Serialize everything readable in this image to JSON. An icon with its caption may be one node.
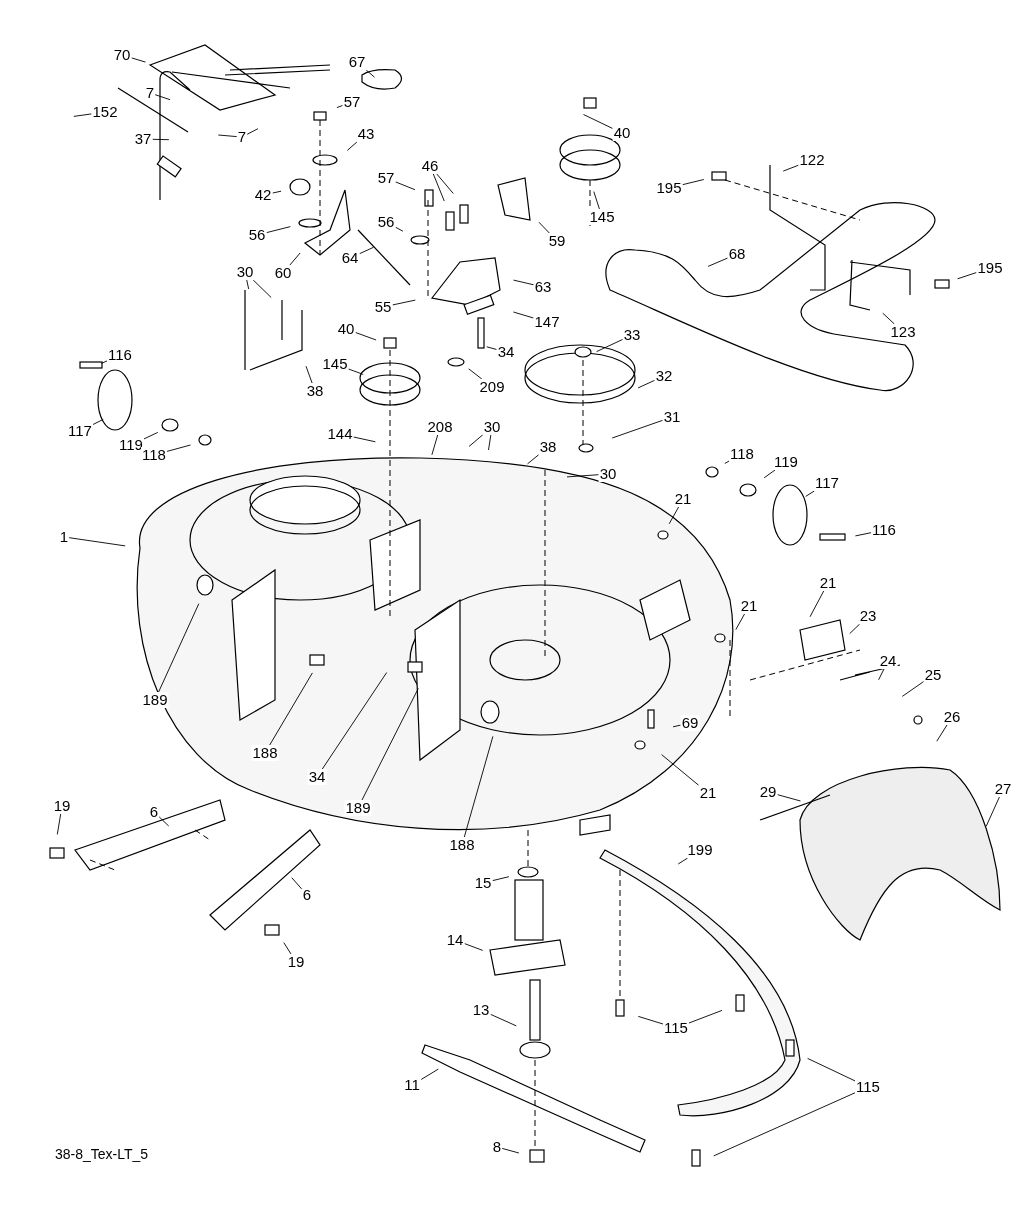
{
  "diagram": {
    "nodes": [
      {
        "text": [
          "70"
        ]
      },
      {
        "text": [
          "67"
        ]
      },
      {
        "text": [
          "7"
        ]
      },
      {
        "text": [
          "57"
        ]
      },
      {
        "text": [
          "40"
        ]
      },
      {
        "text": [
          "152"
        ]
      },
      {
        "text": [
          "7"
        ]
      },
      {
        "text": [
          "37"
        ]
      },
      {
        "text": [
          "43"
        ]
      },
      {
        "text": [
          "46"
        ]
      },
      {
        "text": [
          "57"
        ]
      },
      {
        "text": [
          "122"
        ]
      },
      {
        "text": [
          "195"
        ]
      },
      {
        "text": [
          "42"
        ]
      },
      {
        "text": [
          "145"
        ]
      },
      {
        "text": [
          "56"
        ]
      },
      {
        "text": [
          "56"
        ]
      },
      {
        "text": [
          "59"
        ]
      },
      {
        "text": [
          "68"
        ]
      },
      {
        "text": [
          "64"
        ]
      },
      {
        "text": [
          "195"
        ]
      },
      {
        "text": [
          "60"
        ]
      },
      {
        "text": [
          "30"
        ]
      },
      {
        "text": [
          "63"
        ]
      },
      {
        "text": [
          "55"
        ]
      },
      {
        "text": [
          "147"
        ]
      },
      {
        "text": [
          "123"
        ]
      },
      {
        "text": [
          "40"
        ]
      },
      {
        "text": [
          "33"
        ]
      },
      {
        "text": [
          "34"
        ]
      },
      {
        "text": [
          "116"
        ]
      },
      {
        "text": [
          "145"
        ]
      },
      {
        "text": [
          "32"
        ]
      },
      {
        "text": [
          "38"
        ]
      },
      {
        "text": [
          "209"
        ]
      },
      {
        "text": [
          "31"
        ]
      },
      {
        "text": [
          "117"
        ]
      },
      {
        "text": [
          "119"
        ]
      },
      {
        "text": [
          "144"
        ]
      },
      {
        "text": [
          "208"
        ]
      },
      {
        "text": [
          "30"
        ]
      },
      {
        "text": [
          "38"
        ]
      },
      {
        "text": [
          "118"
        ]
      },
      {
        "text": [
          "118"
        ]
      },
      {
        "text": [
          "119"
        ]
      },
      {
        "text": [
          "30"
        ]
      },
      {
        "text": [
          "117"
        ]
      },
      {
        "text": [
          "21"
        ]
      },
      {
        "text": [
          "116"
        ]
      },
      {
        "text": [
          "1"
        ]
      },
      {
        "text": [
          "21"
        ]
      },
      {
        "text": [
          "21"
        ]
      },
      {
        "text": [
          "23"
        ]
      },
      {
        "text": [
          "24"
        ]
      },
      {
        "text": [
          "25"
        ]
      },
      {
        "text": [
          "189"
        ]
      },
      {
        "text": [
          "26"
        ]
      },
      {
        "text": [
          "69"
        ]
      },
      {
        "text": [
          "188"
        ]
      },
      {
        "text": [
          "34"
        ]
      },
      {
        "text": [
          "27"
        ]
      },
      {
        "text": [
          "29"
        ]
      },
      {
        "text": [
          "21"
        ]
      },
      {
        "text": [
          "19"
        ]
      },
      {
        "text": [
          "189"
        ]
      },
      {
        "text": [
          "6"
        ]
      },
      {
        "text": [
          "188"
        ]
      },
      {
        "text": [
          "199"
        ]
      },
      {
        "text": [
          "15"
        ]
      },
      {
        "text": [
          "6"
        ]
      },
      {
        "text": [
          "14"
        ]
      },
      {
        "text": [
          "19"
        ]
      },
      {
        "text": [
          "13"
        ]
      },
      {
        "text": [
          "115"
        ]
      },
      {
        "text": [
          "11"
        ]
      },
      {
        "text": [
          "115"
        ]
      },
      {
        "text": [
          "8"
        ]
      }
    ],
    "edges": [
      {
        "from": 0,
        "to": null,
        "arrow": "none"
      },
      {
        "from": 1,
        "to": null,
        "arrow": "none"
      },
      {
        "from": 2,
        "to": null,
        "arrow": "none"
      },
      {
        "from": 3,
        "to": null,
        "arrow": "none"
      },
      {
        "from": 4,
        "to": null,
        "arrow": "none"
      },
      {
        "from": 5,
        "to": null,
        "arrow": "none"
      },
      {
        "from": 6,
        "to": null,
        "arrow": "none"
      },
      {
        "from": 6,
        "to": null,
        "arrow": "none"
      },
      {
        "from": 7,
        "to": null,
        "arrow": "none"
      },
      {
        "from": 8,
        "to": null,
        "arrow": "none"
      },
      {
        "from": 9,
        "to": null,
        "arrow": "none"
      },
      {
        "from": 9,
        "to": null,
        "arrow": "none"
      },
      {
        "from": 10,
        "to": null,
        "arrow": "none"
      },
      {
        "from": 11,
        "to": null,
        "arrow": "none"
      },
      {
        "from": 12,
        "to": null,
        "arrow": "none"
      },
      {
        "from": 13,
        "to": null,
        "arrow": "none"
      },
      {
        "from": 14,
        "to": null,
        "arrow": "none"
      },
      {
        "from": 15,
        "to": null,
        "arrow": "none"
      },
      {
        "from": 16,
        "to": null,
        "arrow": "none"
      },
      {
        "from": 17,
        "to": null,
        "arrow": "none"
      },
      {
        "from": 18,
        "to": null,
        "arrow": "none"
      },
      {
        "from": 19,
        "to": null,
        "arrow": "none"
      },
      {
        "from": 20,
        "to": null,
        "arrow": "none"
      },
      {
        "from": 21,
        "to": null,
        "arrow": "none"
      },
      {
        "from": 22,
        "to": null,
        "arrow": "none"
      },
      {
        "from": 22,
        "to": null,
        "arrow": "none"
      },
      {
        "from": 23,
        "to": null,
        "arrow": "none"
      },
      {
        "from": 24,
        "to": null,
        "arrow": "none"
      },
      {
        "from": 25,
        "to": null,
        "arrow": "none"
      },
      {
        "from": 26,
        "to": null,
        "arrow": "none"
      },
      {
        "from": 27,
        "to": null,
        "arrow": "none"
      },
      {
        "from": 28,
        "to": null,
        "arrow": "none"
      },
      {
        "from": 29,
        "to": null,
        "arrow": "none"
      },
      {
        "from": 30,
        "to": null,
        "arrow": "none"
      },
      {
        "from": 31,
        "to": null,
        "arrow": "none"
      },
      {
        "from": 32,
        "to": null,
        "arrow": "none"
      },
      {
        "from": 33,
        "to": null,
        "arrow": "none"
      },
      {
        "from": 34,
        "to": null,
        "arrow": "none"
      },
      {
        "from": 35,
        "to": null,
        "arrow": "none"
      },
      {
        "from": 36,
        "to": null,
        "arrow": "none"
      },
      {
        "from": 37,
        "to": null,
        "arrow": "none"
      },
      {
        "from": 38,
        "to": null,
        "arrow": "none"
      },
      {
        "from": 39,
        "to": null,
        "arrow": "none"
      },
      {
        "from": 40,
        "to": null,
        "arrow": "none"
      },
      {
        "from": 40,
        "to": null,
        "arrow": "none"
      },
      {
        "from": 41,
        "to": null,
        "arrow": "none"
      },
      {
        "from": 42,
        "to": null,
        "arrow": "none"
      },
      {
        "from": 43,
        "to": null,
        "arrow": "none"
      },
      {
        "from": 44,
        "to": null,
        "arrow": "none"
      },
      {
        "from": 45,
        "to": null,
        "arrow": "none"
      },
      {
        "from": 46,
        "to": null,
        "arrow": "none"
      },
      {
        "from": 47,
        "to": null,
        "arrow": "none"
      },
      {
        "from": 48,
        "to": null,
        "arrow": "none"
      },
      {
        "from": 49,
        "to": null,
        "arrow": "none"
      },
      {
        "from": 50,
        "to": null,
        "arrow": "none"
      },
      {
        "from": 51,
        "to": null,
        "arrow": "none"
      },
      {
        "from": 52,
        "to": null,
        "arrow": "none"
      },
      {
        "from": 53,
        "to": null,
        "arrow": "none"
      },
      {
        "from": 54,
        "to": null,
        "arrow": "none"
      },
      {
        "from": 55,
        "to": null,
        "arrow": "none"
      },
      {
        "from": 56,
        "to": null,
        "arrow": "none"
      },
      {
        "from": 57,
        "to": null,
        "arrow": "none"
      },
      {
        "from": 58,
        "to": null,
        "arrow": "none"
      },
      {
        "from": 59,
        "to": null,
        "arrow": "none"
      },
      {
        "from": 60,
        "to": null,
        "arrow": "none"
      },
      {
        "from": 61,
        "to": null,
        "arrow": "none"
      },
      {
        "from": 62,
        "to": null,
        "arrow": "none"
      },
      {
        "from": 63,
        "to": null,
        "arrow": "none"
      },
      {
        "from": 64,
        "to": null,
        "arrow": "none"
      },
      {
        "from": 65,
        "to": null,
        "arrow": "none"
      },
      {
        "from": 66,
        "to": null,
        "arrow": "none"
      },
      {
        "from": 67,
        "to": null,
        "arrow": "none"
      },
      {
        "from": 68,
        "to": null,
        "arrow": "none"
      },
      {
        "from": 69,
        "to": null,
        "arrow": "none"
      },
      {
        "from": 70,
        "to": null,
        "arrow": "none"
      },
      {
        "from": 71,
        "to": null,
        "arrow": "none"
      },
      {
        "from": 72,
        "to": null,
        "arrow": "none"
      },
      {
        "from": 73,
        "to": null,
        "arrow": "none"
      },
      {
        "from": 73,
        "to": null,
        "arrow": "none"
      },
      {
        "from": 74,
        "to": null,
        "arrow": "none"
      },
      {
        "from": 75,
        "to": null,
        "arrow": "none"
      },
      {
        "from": 75,
        "to": null,
        "arrow": "none"
      },
      {
        "from": 76,
        "to": null,
        "arrow": "none"
      }
    ],
    "labels": [
      "38-8_Tex-LT_5"
    ]
  }
}
